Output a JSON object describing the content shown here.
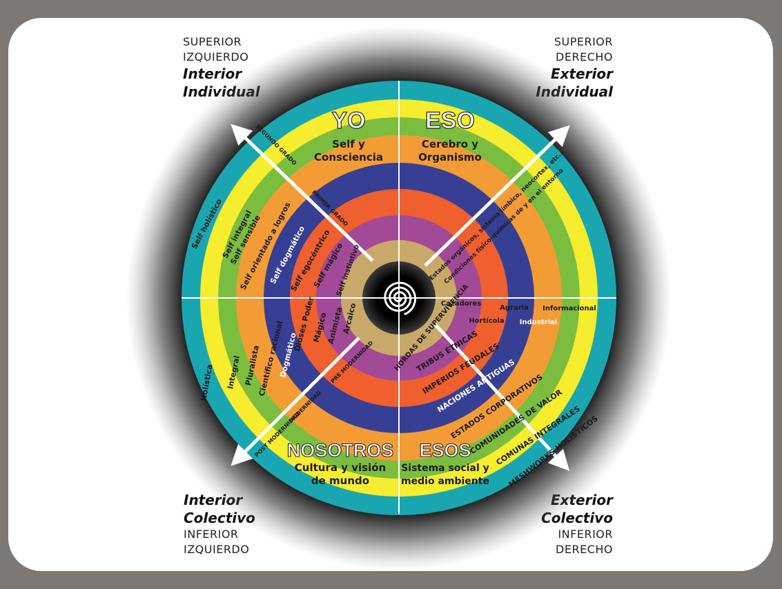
{
  "corners": {
    "tl": {
      "pos1": "SUPERIOR",
      "pos2": "IZQUIERDO",
      "label1": "Interior",
      "label2": "Individual"
    },
    "tr": {
      "pos1": "SUPERIOR",
      "pos2": "DERECHO",
      "label1": "Exterior",
      "label2": "Individual"
    },
    "bl": {
      "label1": "Interior",
      "label2": "Colectivo",
      "pos1": "INFERIOR",
      "pos2": "IZQUIERDO"
    },
    "br": {
      "label1": "Exterior",
      "label2": "Colectivo",
      "pos1": "INFERIOR",
      "pos2": "DERECHO"
    }
  },
  "quadrants": {
    "ul": {
      "title": "YO",
      "sub1": "Self y",
      "sub2": "Consciencia"
    },
    "ur": {
      "title": "ESO",
      "sub1": "Cerebro y",
      "sub2": "Organismo"
    },
    "ll": {
      "title": "NOSOTROS",
      "sub1": "Cultura y visión",
      "sub2": "de mundo"
    },
    "lr": {
      "title": "ESOS",
      "sub1": "Sistema social y",
      "sub2": "medio ambiente"
    }
  },
  "ring_colors": [
    "#1aa6b0",
    "#f5ed2d",
    "#7bbd3f",
    "#f39c36",
    "#373f94",
    "#f05f2e",
    "#a24a97",
    "#c9a96a"
  ],
  "ul_labels": [
    "Self holístico",
    "Self integral",
    "Self sensible",
    "Self orientado a logros",
    "Self dogmático",
    "Self egocéntrico",
    "Self mágico",
    "Self instintivo"
  ],
  "ul_grades": [
    "SEGUNDO GRADO",
    "PRIMER GRADO"
  ],
  "ur_labels": [
    "Estados orgánicos, sistema límbico, neocortex, etc...",
    "Condiciones físico-químicas de y en el entorno"
  ],
  "ll_labels": [
    "Holística",
    "Integral",
    "Pluralista",
    "Científico racional",
    "Dogmático",
    "Dioses Poder",
    "Mágico",
    "Animista",
    "Arcaico"
  ],
  "ll_eras": [
    "POST MODERNIDAD",
    "MODERNIDAD",
    "PRE MODERNIDAD"
  ],
  "lr_labels": [
    "HORDAS DE SUPERVIVENCIA",
    "TRIBUS ÉTNICAS",
    "IMPERIOS FEUDALES",
    "NACIONES ANTIGUAS",
    "ESTADOS CORPORATIVOS",
    "COMUNIDADES DE VALOR",
    "COMUNAS INTEGRALES",
    "MESHWORKS HOLÍSTICOS"
  ],
  "lr_economy": [
    "Cazadores",
    "Hortícola",
    "Agraria",
    "Industrial",
    "Informacional"
  ]
}
